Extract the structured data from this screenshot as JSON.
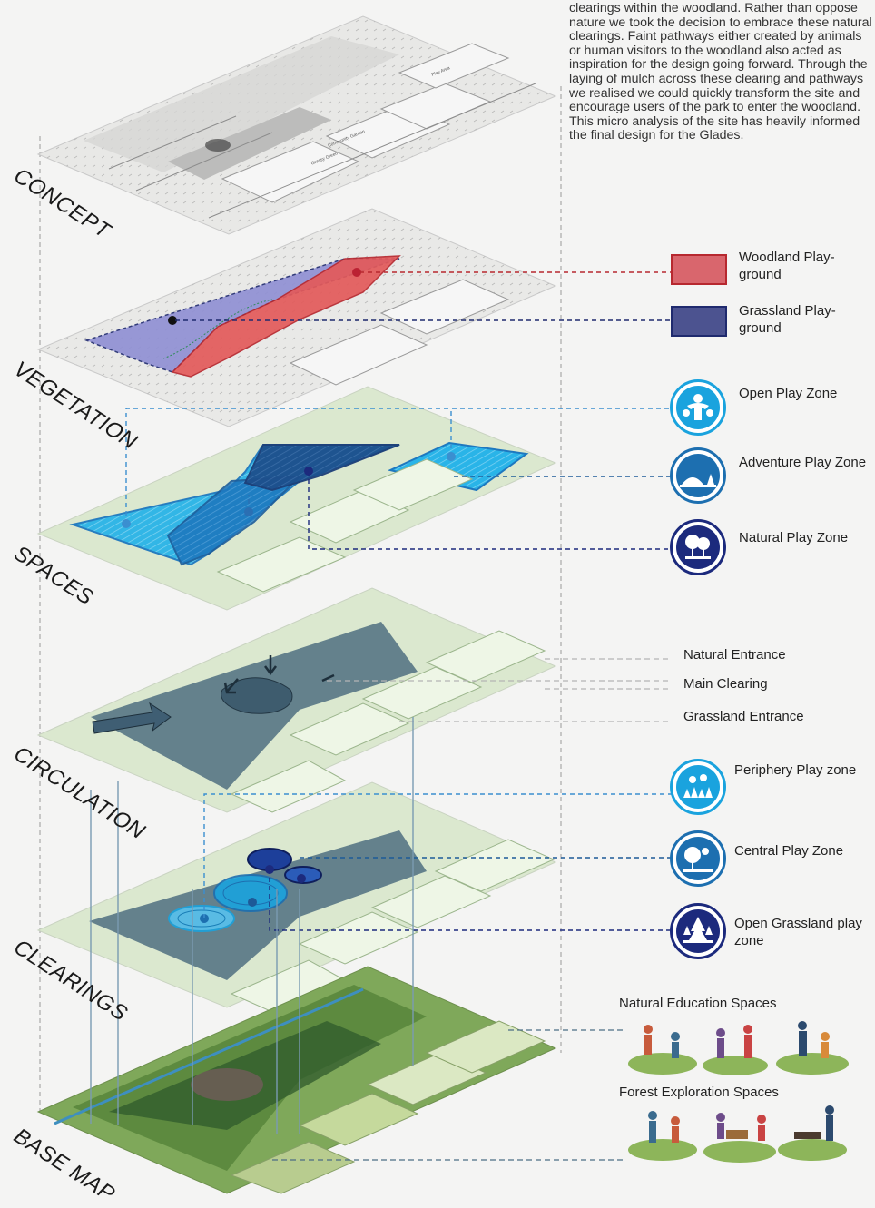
{
  "description": "clearings within the woodland. Rather than oppose nature we took the decision to embrace these natural clearings. Faint pathways either created by animals or human visitors to the woodland also acted as inspiration for the design going forward. Through the laying of mulch across these clearing and pathways we realised we could quickly transform the site and encourage users of the park to enter the woodland. This micro analysis of the site has heavily informed the final design for the Glades.",
  "layers": [
    "CONCEPT",
    "VEGETATION",
    "SPACES",
    "CIRCULATION",
    "CLEARINGS",
    "BASE MAP"
  ],
  "concept_map_labels": [
    "Play Area",
    "Community Garden",
    "Grassy Green"
  ],
  "vegetation_legend": [
    {
      "label": "Woodland Play-\nground",
      "color": "#d9666d"
    },
    {
      "label": "Grassland Play-\nground",
      "color": "#4c5390"
    }
  ],
  "spaces_legend": [
    {
      "label": "Open Play Zone",
      "color": "#1aa3de",
      "icon": "children-play-icon"
    },
    {
      "label": "Adventure Play Zone",
      "color": "#1d6fb0",
      "icon": "hill-trees-icon"
    },
    {
      "label": "Natural Play Zone",
      "color": "#1c2a7d",
      "icon": "trees-bench-icon"
    }
  ],
  "circulation_legend": [
    "Natural Entrance",
    "Main Clearing",
    "Grassland Entrance"
  ],
  "clearings_legend": [
    {
      "label": "Periphery Play zone",
      "color": "#1aa3de",
      "icon": "plants-grass-icon"
    },
    {
      "label": "Central Play Zone",
      "color": "#1d6fb0",
      "icon": "tree-sun-icon"
    },
    {
      "label": "Open Grassland play zone",
      "color": "#1c2a7d",
      "icon": "conifer-trees-icon"
    }
  ],
  "base_map_legend": [
    "Natural Education Spaces",
    "Forest Exploration Spaces"
  ],
  "colors": {
    "woodland_red": "#d9666d",
    "grassland_navy": "#1f2a6e",
    "light_blue": "#29b4e8",
    "mid_blue": "#1d6fb0",
    "dark_blue": "#1c2a7d",
    "slate": "#3f5e73"
  }
}
